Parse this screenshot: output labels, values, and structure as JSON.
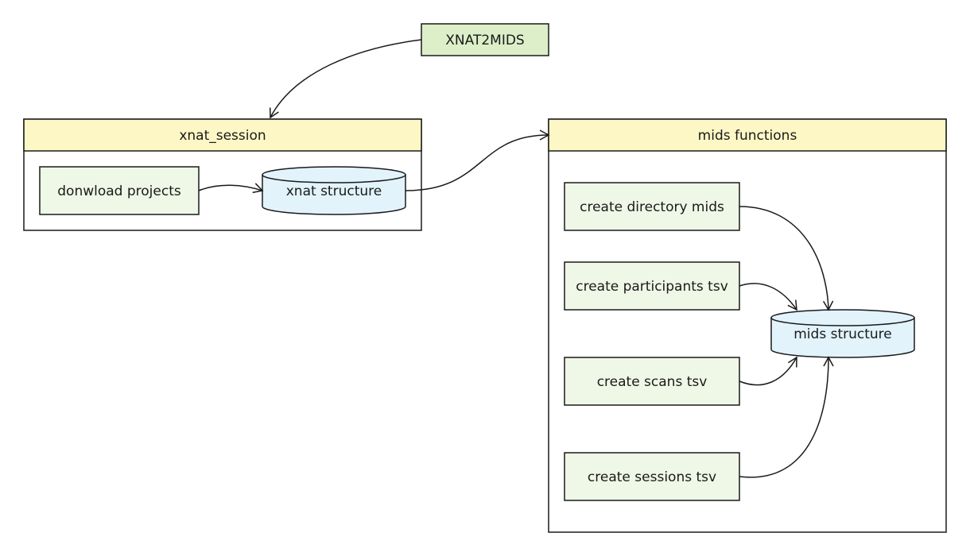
{
  "nodes": {
    "xnat2mids": "XNAT2MIDS",
    "xnat_session": "xnat_session",
    "download_projects": "donwload projects",
    "xnat_structure": "xnat structure",
    "mids_functions": "mids functions",
    "create_directory_mids": "create directory mids",
    "create_participants_tsv": "create participants tsv",
    "create_scans_tsv": "create scans tsv",
    "create_sessions_tsv": "create sessions tsv",
    "mids_structure": "mids structure"
  },
  "colors": {
    "header_fill": "#fcf7c5",
    "process_fill": "#eff7e6",
    "top_process_fill": "#dcefc9",
    "storage_fill": "#e2f3fb",
    "stroke": "#1a1a1a"
  }
}
